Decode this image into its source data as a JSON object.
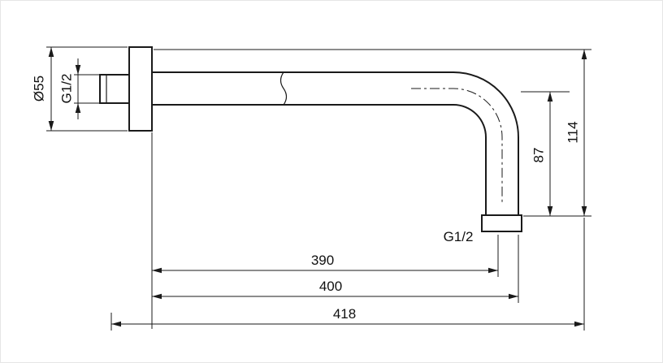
{
  "drawing": {
    "labels": {
      "flange_diameter": "Ø55",
      "inlet_thread": "G1/2",
      "height_overall": "114",
      "height_drop": "87",
      "outlet_thread": "G1/2",
      "length_inner": "390",
      "length_mid": "400",
      "length_overall": "418"
    },
    "colors": {
      "line": "#1a1a1a",
      "background": "#ffffff"
    }
  }
}
